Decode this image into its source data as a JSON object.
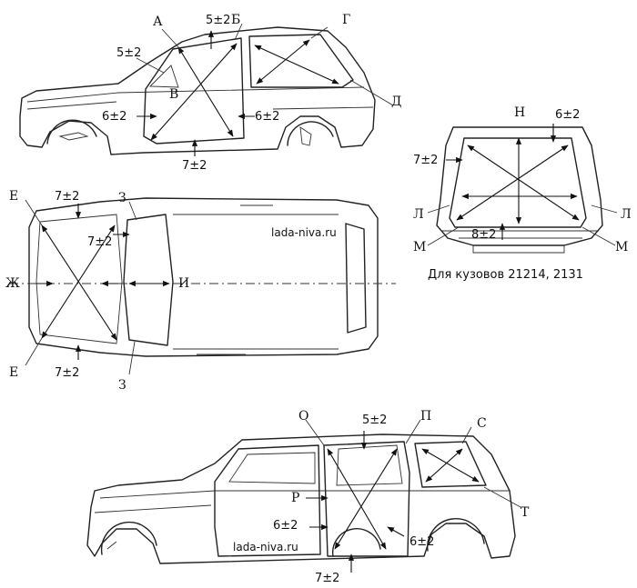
{
  "points": {
    "A": "А",
    "B": "Б",
    "V": "В",
    "G": "Г",
    "D": "Д",
    "E": "Е",
    "Zh": "Ж",
    "Z": "З",
    "I": "И",
    "N": "Н",
    "L": "Л",
    "M": "М",
    "O": "О",
    "P": "П",
    "S": "С",
    "T": "Т",
    "R": "Р"
  },
  "tolerances": {
    "t5": "5±2",
    "t6": "6±2",
    "t7": "7±2",
    "t8": "8±2"
  },
  "caption": "Для кузовов 21214, 2131",
  "watermark": "lada-niva.ru"
}
